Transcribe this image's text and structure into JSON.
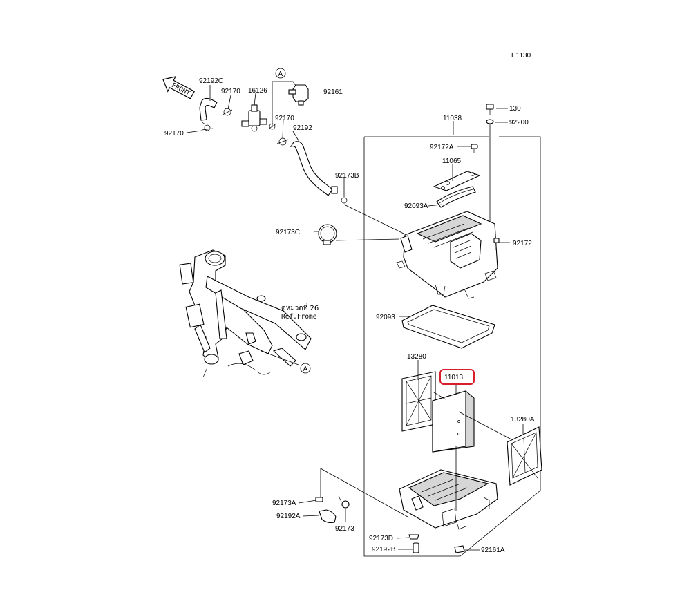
{
  "diagram": {
    "code": "E1130",
    "front_label": "FRONT",
    "ref_marker": "A",
    "ref_text_line1": "ดูหมวดที่ 26",
    "ref_text_line2": "Ref.Frome",
    "highlight_color": "#d81e2a",
    "highlighted_part": "11013",
    "parts": {
      "p92192C": "92192C",
      "p92170a": "92170",
      "p16126": "16126",
      "p92161": "92161",
      "p92170b": "92170",
      "p92170c": "92170",
      "p92192": "92192",
      "p92173B": "92173B",
      "p92173C": "92173C",
      "p11038": "11038",
      "p130": "130",
      "p92200": "92200",
      "p92172A": "92172A",
      "p11065": "11065",
      "p92093A": "92093A",
      "p92172": "92172",
      "p92093": "92093",
      "p13280": "13280",
      "p11013": "11013",
      "p13280A": "13280A",
      "p92173A": "92173A",
      "p92192A": "92192A",
      "p92173": "92173",
      "p92173D": "92173D",
      "p92192B": "92192B",
      "p92161A": "92161A"
    }
  }
}
